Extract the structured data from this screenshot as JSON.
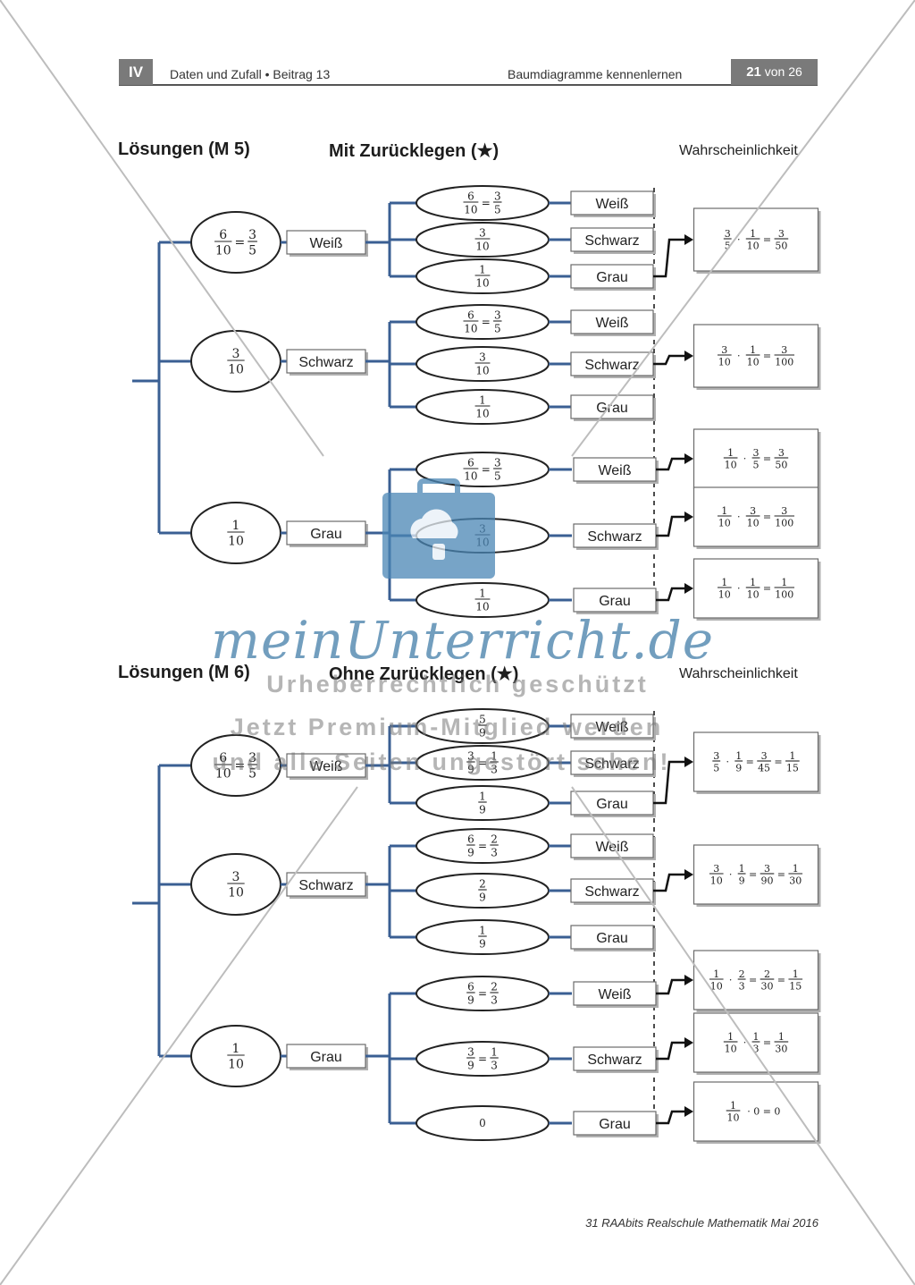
{
  "header": {
    "section": "IV",
    "left_text": "Daten und Zufall • Beitrag 13",
    "right_text": "Baumdiagramme kennenlernen",
    "page_num": "21",
    "page_suffix": "von 26"
  },
  "sections": [
    {
      "title_left": "Lösungen (M 5)",
      "title_right": "Mit Zurücklegen (★)",
      "prob_label": "Wahrscheinlichkeit",
      "first": [
        {
          "label": "Weiß",
          "prob": [
            [
              "6",
              "10"
            ],
            "=",
            [
              "3",
              "5"
            ]
          ],
          "second": [
            {
              "label": "Weiß",
              "prob": [
                [
                  "6",
                  "10"
                ],
                "=",
                [
                  "3",
                  "5"
                ]
              ]
            },
            {
              "label": "Schwarz",
              "prob": [
                [
                  "3",
                  "10"
                ]
              ]
            },
            {
              "label": "Grau",
              "prob": [
                [
                  "1",
                  "10"
                ]
              ],
              "result": [
                [
                  "3",
                  "5"
                ],
                "·",
                [
                  "1",
                  "10"
                ],
                "=",
                [
                  "3",
                  "50"
                ]
              ]
            }
          ]
        },
        {
          "label": "Schwarz",
          "prob": [
            [
              "3",
              "10"
            ]
          ],
          "second": [
            {
              "label": "Weiß",
              "prob": [
                [
                  "6",
                  "10"
                ],
                "=",
                [
                  "3",
                  "5"
                ]
              ]
            },
            {
              "label": "Schwarz",
              "prob": [
                [
                  "3",
                  "10"
                ]
              ],
              "result": [
                [
                  "3",
                  "10"
                ],
                "·",
                [
                  "1",
                  "10"
                ],
                "=",
                [
                  "3",
                  "100"
                ]
              ]
            },
            {
              "label": "Grau",
              "prob": [
                [
                  "1",
                  "10"
                ]
              ]
            }
          ]
        },
        {
          "label": "Grau",
          "prob": [
            [
              "1",
              "10"
            ]
          ],
          "second": [
            {
              "label": "Weiß",
              "prob": [
                [
                  "6",
                  "10"
                ],
                "=",
                [
                  "3",
                  "5"
                ]
              ],
              "result": [
                [
                  "1",
                  "10"
                ],
                "·",
                [
                  "3",
                  "5"
                ],
                "=",
                [
                  "3",
                  "50"
                ]
              ]
            },
            {
              "label": "Schwarz",
              "prob": [
                [
                  "3",
                  "10"
                ]
              ],
              "result": [
                [
                  "1",
                  "10"
                ],
                "·",
                [
                  "3",
                  "10"
                ],
                "=",
                [
                  "3",
                  "100"
                ]
              ]
            },
            {
              "label": "Grau",
              "prob": [
                [
                  "1",
                  "10"
                ]
              ],
              "result": [
                [
                  "1",
                  "10"
                ],
                "·",
                [
                  "1",
                  "10"
                ],
                "=",
                [
                  "1",
                  "100"
                ]
              ]
            }
          ]
        }
      ]
    },
    {
      "title_left": "Lösungen (M 6)",
      "title_right": "Ohne Zurücklegen (★)",
      "prob_label": "Wahrscheinlichkeit",
      "first": [
        {
          "label": "Weiß",
          "prob": [
            [
              "6",
              "10"
            ],
            "=",
            [
              "3",
              "5"
            ]
          ],
          "second": [
            {
              "label": "Weiß",
              "prob": [
                [
                  "5",
                  "9"
                ]
              ]
            },
            {
              "label": "Schwarz",
              "prob": [
                [
                  "3",
                  "9"
                ],
                "=",
                [
                  "1",
                  "3"
                ]
              ]
            },
            {
              "label": "Grau",
              "prob": [
                [
                  "1",
                  "9"
                ]
              ],
              "result": [
                [
                  "3",
                  "5"
                ],
                "·",
                [
                  "1",
                  "9"
                ],
                "=",
                [
                  "3",
                  "45"
                ],
                "=",
                [
                  "1",
                  "15"
                ]
              ]
            }
          ]
        },
        {
          "label": "Schwarz",
          "prob": [
            [
              "3",
              "10"
            ]
          ],
          "second": [
            {
              "label": "Weiß",
              "prob": [
                [
                  "6",
                  "9"
                ],
                "=",
                [
                  "2",
                  "3"
                ]
              ]
            },
            {
              "label": "Schwarz",
              "prob": [
                [
                  "2",
                  "9"
                ]
              ],
              "result": [
                [
                  "3",
                  "10"
                ],
                "·",
                [
                  "1",
                  "9"
                ],
                "=",
                [
                  "3",
                  "90"
                ],
                "=",
                [
                  "1",
                  "30"
                ]
              ]
            },
            {
              "label": "Grau",
              "prob": [
                [
                  "1",
                  "9"
                ]
              ]
            }
          ]
        },
        {
          "label": "Grau",
          "prob": [
            [
              "1",
              "10"
            ]
          ],
          "second": [
            {
              "label": "Weiß",
              "prob": [
                [
                  "6",
                  "9"
                ],
                "=",
                [
                  "2",
                  "3"
                ]
              ],
              "result": [
                [
                  "1",
                  "10"
                ],
                "·",
                [
                  "2",
                  "3"
                ],
                "=",
                [
                  "2",
                  "30"
                ],
                "=",
                [
                  "1",
                  "15"
                ]
              ]
            },
            {
              "label": "Schwarz",
              "prob": [
                [
                  "3",
                  "9"
                ],
                "=",
                [
                  "1",
                  "3"
                ]
              ],
              "result": [
                [
                  "1",
                  "10"
                ],
                "·",
                [
                  "1",
                  "3"
                ],
                "=",
                [
                  "1",
                  "30"
                ]
              ]
            },
            {
              "label": "Grau",
              "prob": [
                "0"
              ],
              "result": [
                [
                  "1",
                  "10"
                ],
                "· 0 = 0"
              ]
            }
          ]
        }
      ]
    }
  ],
  "watermark": {
    "logo": "meinUnterricht.de",
    "line1": "Urheberrechtlich geschützt",
    "line2": "Jetzt Premium-Mitglied werden",
    "line3": "und alle Seiten ungestört sehen!"
  },
  "footer": "31 RAAbits Realschule Mathematik Mai 2016",
  "colors": {
    "branch": "#3a5f93",
    "watermark": "#4a86b5",
    "header_gray": "#7a7a7a"
  }
}
